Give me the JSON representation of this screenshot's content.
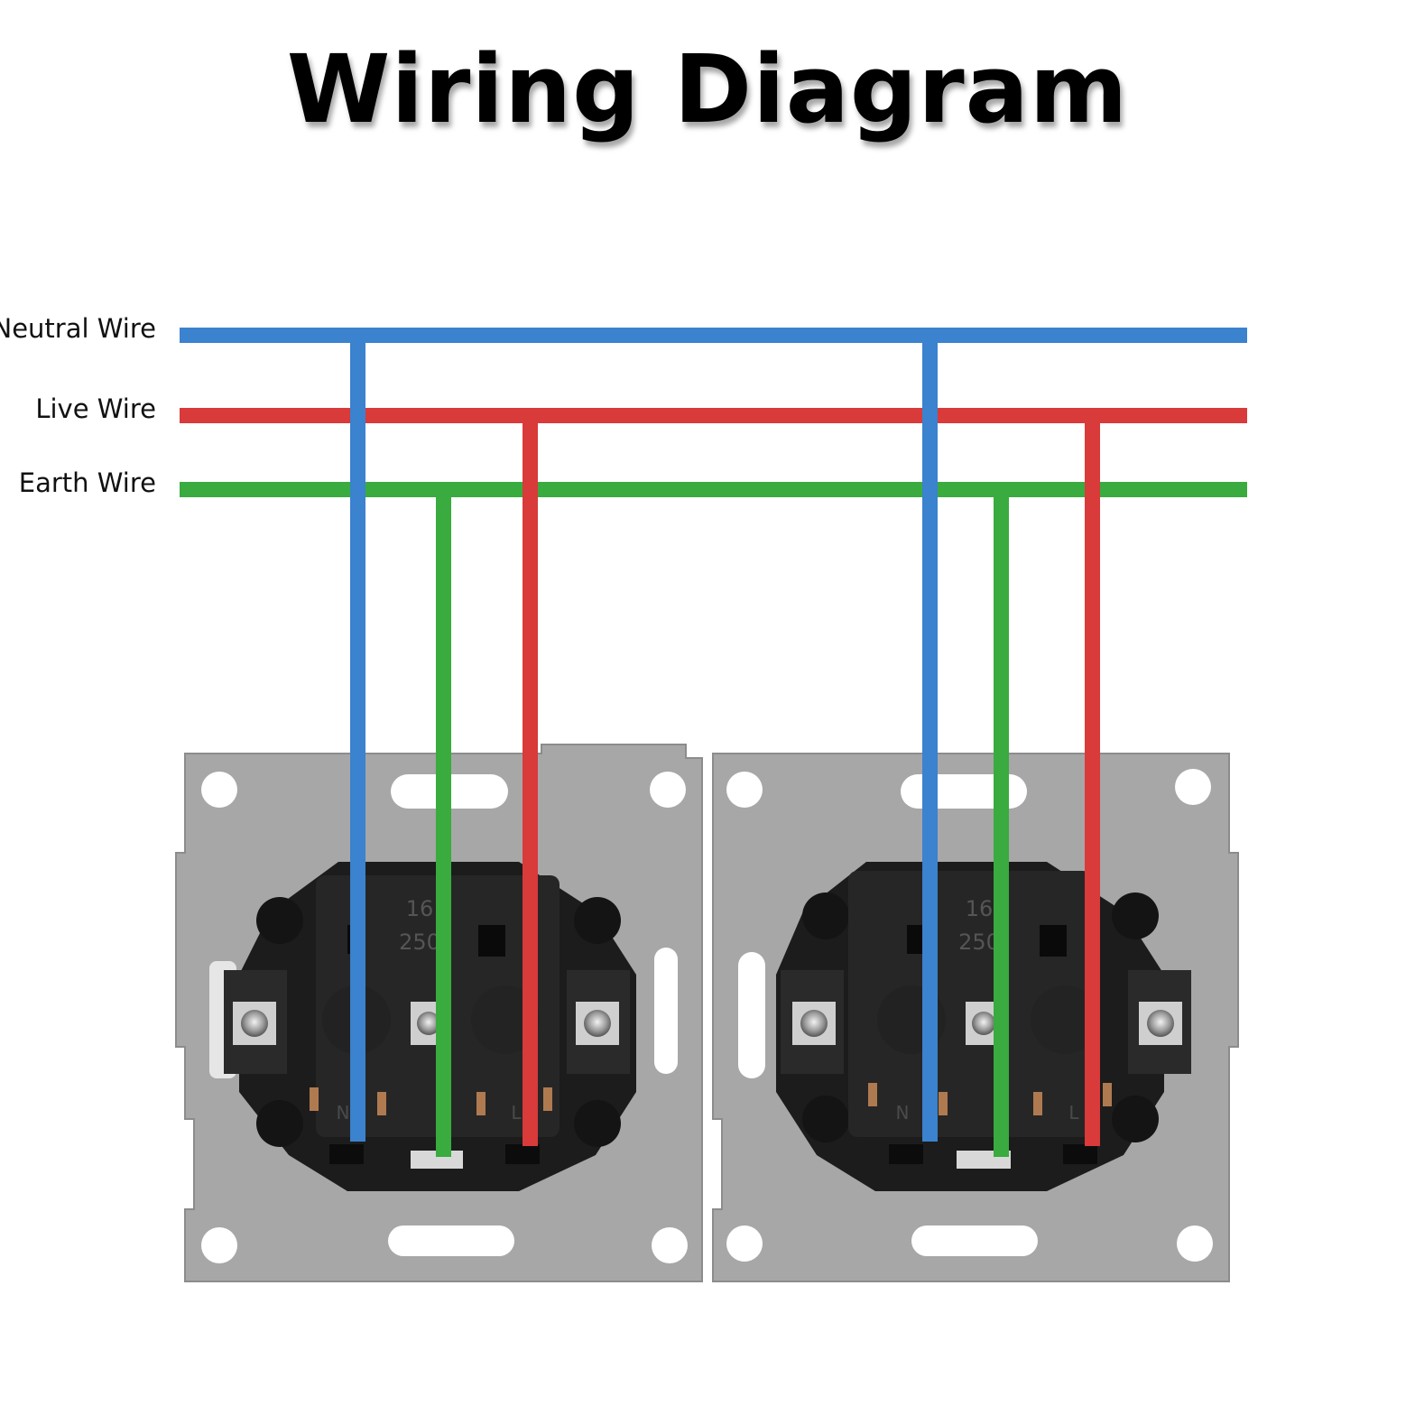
{
  "title": "Wiring Diagram",
  "wires": {
    "neutral": {
      "label": "Neutral Wire",
      "color": "#3b82cf"
    },
    "live": {
      "label": "Live Wire",
      "color": "#d93a3a"
    },
    "earth": {
      "label": "Earth Wire",
      "color": "#3aab3e"
    }
  },
  "sockets": [
    {
      "rating_top": "16",
      "rating_bottom": "250",
      "terminal_left": "N",
      "terminal_right": "L"
    },
    {
      "rating_top": "16",
      "rating_bottom": "250",
      "terminal_left": "N",
      "terminal_right": "L"
    }
  ],
  "colors": {
    "plate": "#a7a7a7",
    "socket_body": "#1c1c1c",
    "terminal": "#2a2a2a"
  }
}
